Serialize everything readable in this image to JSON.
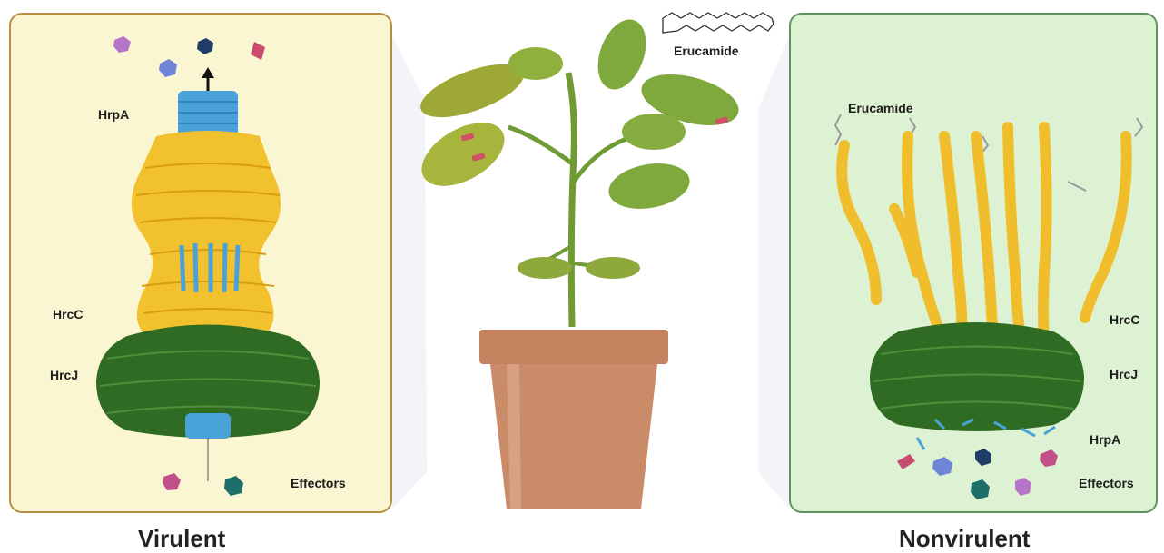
{
  "left_panel": {
    "caption": "Virulent",
    "labels": {
      "hrpa": "HrpA",
      "hrcc": "HrcC",
      "hrcj": "HrcJ",
      "effectors": "Effectors"
    }
  },
  "center": {
    "molecule_label": "Erucamide"
  },
  "right_panel": {
    "caption": "Nonvirulent",
    "labels": {
      "erucamide": "Erucamide",
      "hrcc": "HrcC",
      "hrcj": "HrcJ",
      "hrpa": "HrpA",
      "effectors": "Effectors"
    }
  },
  "colors": {
    "left_bg": "#fbf6d2",
    "right_bg": "#ddf2d2",
    "hrcc_yellow": "#f2c12e",
    "hrcj_green": "#2f6b22",
    "hrpa_blue": "#4aa3d8",
    "pot": "#c98b68",
    "leaf": "#7fa83d"
  }
}
